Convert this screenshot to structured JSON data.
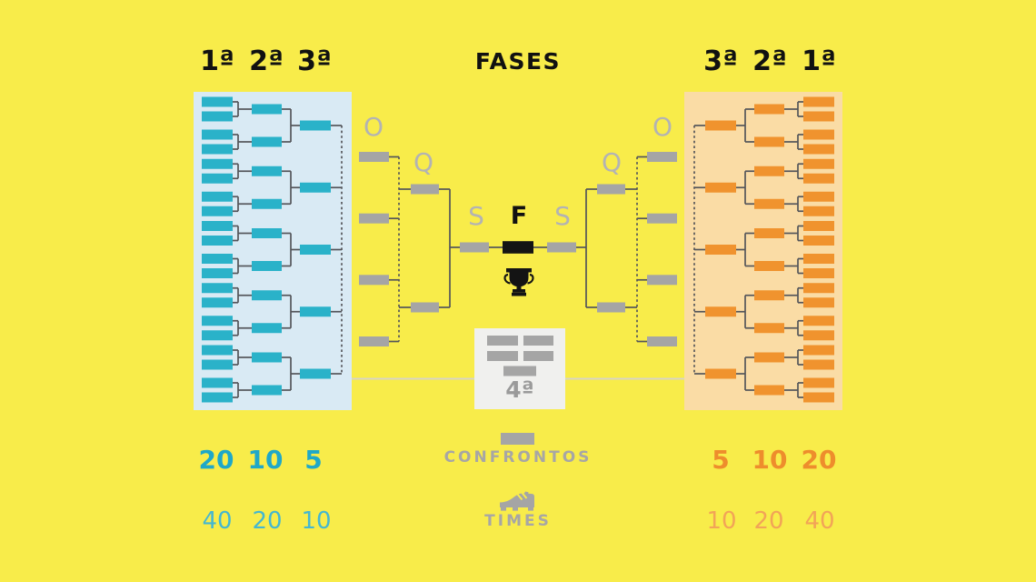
{
  "title": "FASES",
  "left": {
    "headers": [
      "1ª",
      "2ª",
      "3ª"
    ],
    "confrontos": [
      "20",
      "10",
      "5"
    ],
    "times": [
      "40",
      "20",
      "10"
    ]
  },
  "right": {
    "headers": [
      "3ª",
      "2ª",
      "1ª"
    ],
    "confrontos": [
      "5",
      "10",
      "20"
    ],
    "times": [
      "10",
      "20",
      "40"
    ]
  },
  "rounds": {
    "oitavas": "O",
    "quartas": "Q",
    "semifinal": "S",
    "final": "F",
    "fourth_phase": "4ª"
  },
  "legend": {
    "confrontos": "CONFRONTOS",
    "times": "TIMES"
  },
  "structure": {
    "groups_per_side": 5,
    "phase1_matches_per_side": 20,
    "phase2_matches_per_side": 10,
    "phase3_matches_per_side": 5,
    "fourth_phase_matches": 5,
    "oitavas_matches_per_side": 4,
    "quartas_matches_per_side": 2,
    "semifinal_matches_per_side": 1,
    "final_matches": 1
  },
  "colors": {
    "background": "#F8EC4A",
    "left_panel": "#D9EAF4",
    "left_box": "#2AB2C9",
    "left_text_bold": "#1FA8C8",
    "left_text_light": "#45B7D0",
    "right_panel": "#FADCA5",
    "right_box": "#F0932E",
    "right_text_bold": "#EE8D2C",
    "right_text_light": "#F2A457",
    "neutral_box": "#A5A5A5",
    "final_box": "#141414",
    "line": "#54555A",
    "round_label": "#B3B3B3",
    "legend_text": "#A7A6A5",
    "fourth_panel": "#F0F0EE",
    "fourth_label": "#9A9A9A",
    "divider": "#D8D5C6",
    "header_text": "#111111"
  }
}
